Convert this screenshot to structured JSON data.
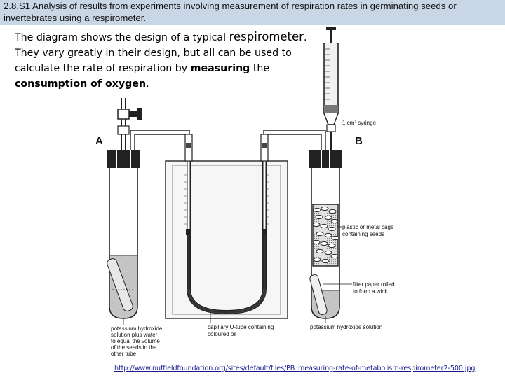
{
  "header": {
    "line1": "2.8.S1 Analysis of results from experiments involving measurement of respiration rates in germinating seeds or",
    "line2": "invertebrates using a respirometer."
  },
  "intro": {
    "part1": "The diagram shows the design of a typical ",
    "keyword": "respirometer",
    "part2": ". They vary greatly in their design, but all can be used to calculate the rate of respiration by ",
    "bold1": "measuring",
    "part3": " the ",
    "bold2": "consumption of oxygen",
    "part4": "."
  },
  "diagram": {
    "label_a": "A",
    "label_b": "B",
    "syringe": "1 cm³ syringe",
    "cage_line1": "plastic or metal cage",
    "cage_line2": "containing seeds",
    "filter_line1": "filter paper rolled",
    "filter_line2": "to form a wick",
    "koh_b": "potassium hydroxide solution",
    "koh_a_lines": [
      "potassium hydroxide",
      "solution plus water",
      "to equal the volume",
      "of the seeds in the",
      "other tube"
    ],
    "capillary_line1": "capillary U-tube containing",
    "capillary_line2": "coloured oil"
  },
  "source_link": "http://www.nuffieldfoundation.org/sites/default/files/PB_measuring-rate-of-metabolism-respirometer2-500.jpg"
}
